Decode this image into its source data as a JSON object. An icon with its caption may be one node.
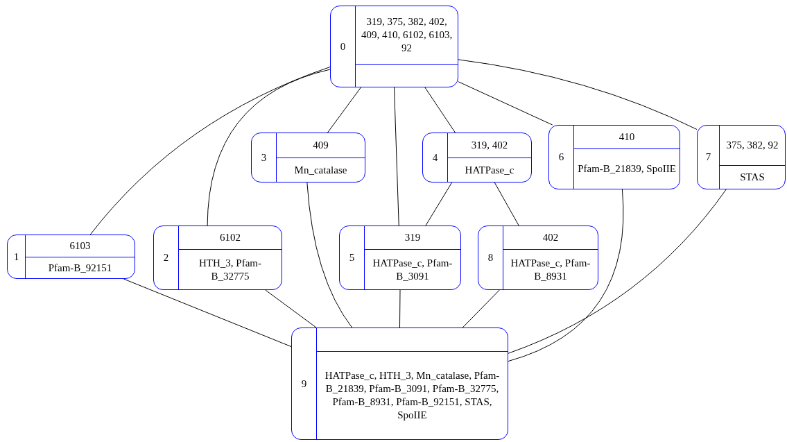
{
  "diagram": {
    "nodes": [
      {
        "text": [
          "0",
          "319, 375, 382, 402, 409, 410, 6102, 6103, 92"
        ]
      },
      {
        "text": [
          "1",
          "6103",
          "Pfam-B_92151"
        ]
      },
      {
        "text": [
          "2",
          "6102",
          "HTH_3, Pfam-B_32775"
        ]
      },
      {
        "text": [
          "3",
          "409",
          "Mn_catalase"
        ]
      },
      {
        "text": [
          "4",
          "319, 402",
          "HATPase_c"
        ]
      },
      {
        "text": [
          "5",
          "319",
          "HATPase_c, Pfam-B_3091"
        ]
      },
      {
        "text": [
          "6",
          "410",
          "Pfam-B_21839, SpoIIE"
        ]
      },
      {
        "text": [
          "7",
          "375, 382, 92",
          "STAS"
        ]
      },
      {
        "text": [
          "8",
          "402",
          "HATPase_c, Pfam-B_8931"
        ]
      },
      {
        "text": [
          "9",
          "HATPase_c, HTH_3, Mn_catalase, Pfam-B_21839, Pfam-B_3091, Pfam-B_32775, Pfam-B_8931, Pfam-B_92151, STAS, SpoIIE"
        ]
      }
    ],
    "edges": [
      {
        "from": 0,
        "to": 1,
        "arrow": "none"
      },
      {
        "from": 0,
        "to": 2,
        "arrow": "none"
      },
      {
        "from": 0,
        "to": 3,
        "arrow": "none"
      },
      {
        "from": 0,
        "to": 4,
        "arrow": "none"
      },
      {
        "from": 0,
        "to": 5,
        "arrow": "none"
      },
      {
        "from": 0,
        "to": 6,
        "arrow": "none"
      },
      {
        "from": 0,
        "to": 7,
        "arrow": "none"
      },
      {
        "from": 3,
        "to": 9,
        "arrow": "none"
      },
      {
        "from": 4,
        "to": 5,
        "arrow": "none"
      },
      {
        "from": 4,
        "to": 8,
        "arrow": "none"
      },
      {
        "from": 1,
        "to": 9,
        "arrow": "none"
      },
      {
        "from": 2,
        "to": 9,
        "arrow": "none"
      },
      {
        "from": 5,
        "to": 9,
        "arrow": "none"
      },
      {
        "from": 8,
        "to": 9,
        "arrow": "none"
      },
      {
        "from": 6,
        "to": 9,
        "arrow": "none"
      },
      {
        "from": 7,
        "to": 9,
        "arrow": "none"
      }
    ]
  }
}
